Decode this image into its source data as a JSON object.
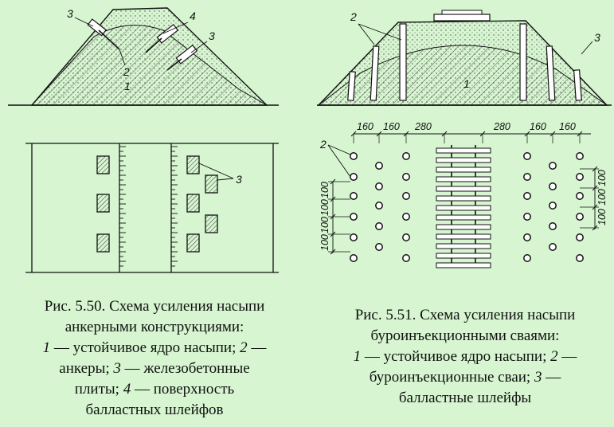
{
  "figure_550": {
    "labels": {
      "core": "1",
      "anchors": "2",
      "plates_a": "3",
      "plates_b": "3",
      "surface": "4",
      "plates_plan": "3"
    },
    "caption": {
      "line1": "Рис. 5.50. Схема усиления насыпи",
      "line2": "анкерными конструкциями:",
      "n1": "1",
      "t1": " — устойчивое ядро насыпи; ",
      "n2": "2",
      "t2": " —",
      "line4": "анкеры; ",
      "n3": "3",
      "t3": " — железобетонные",
      "line5": "плиты; ",
      "n4": "4",
      "t4": " — поверхность",
      "line6": "балластных шлейфов"
    }
  },
  "figure_551": {
    "labels": {
      "core": "1",
      "piles": "2",
      "shoulder": "3",
      "piles_plan": "2"
    },
    "dims": {
      "d1": "160",
      "d2": "160",
      "d3": "280",
      "d4": "280",
      "d5": "160",
      "d6": "160",
      "v_left": [
        "100",
        "100",
        "100",
        "100"
      ],
      "v_right": [
        "100",
        "100",
        "100"
      ]
    },
    "caption": {
      "line1": "Рис. 5.51. Схема усиления насыпи",
      "line2": "буроинъекционными сваями:",
      "n1": "1",
      "t1": " — устойчивое ядро насыпи; ",
      "n2": "2",
      "t2": " —",
      "line4": "буроинъекционные сваи; ",
      "n3": "3",
      "t3": " —",
      "line5": "балластные шлейфы"
    }
  },
  "colors": {
    "background": "#d6f5d0",
    "ink": "#111111",
    "ballast": "#c9e7c2"
  }
}
